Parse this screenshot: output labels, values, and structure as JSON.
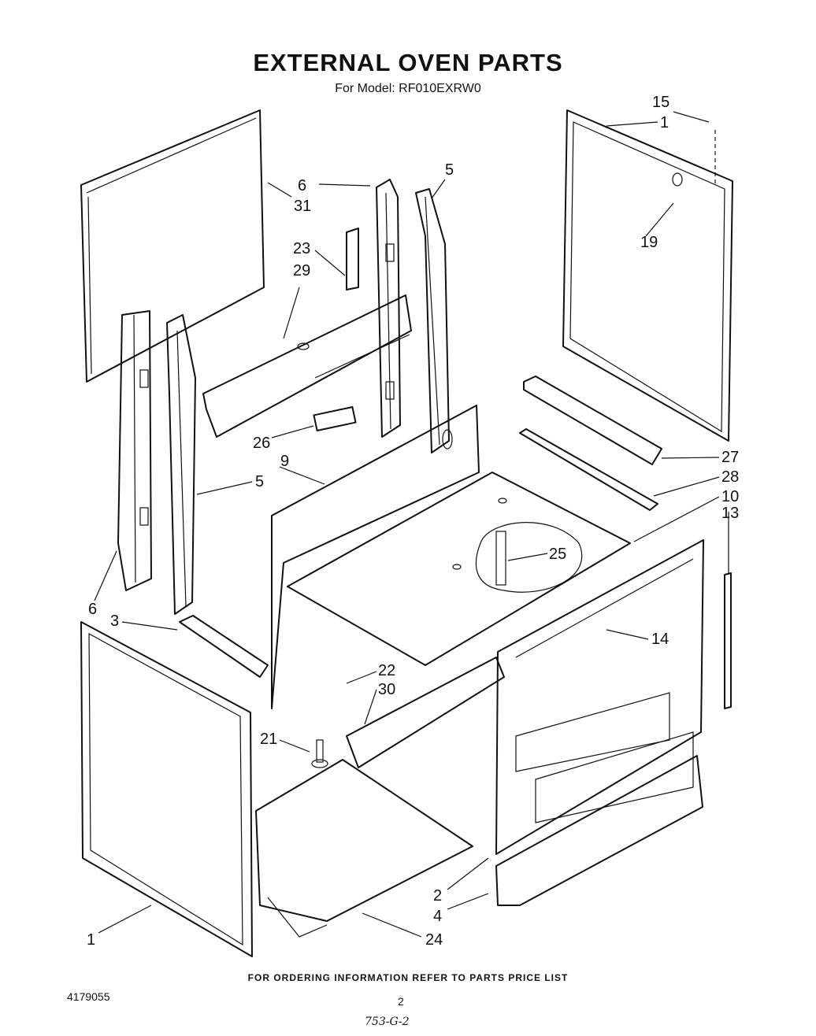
{
  "header": {
    "title": "EXTERNAL OVEN PARTS",
    "subtitle": "For Model: RF010EXRW0"
  },
  "callouts": [
    {
      "id": "c15",
      "text": "15"
    },
    {
      "id": "c1a",
      "text": "1"
    },
    {
      "id": "c5a",
      "text": "5"
    },
    {
      "id": "c6a",
      "text": "6"
    },
    {
      "id": "c31",
      "text": "31"
    },
    {
      "id": "c23",
      "text": "23"
    },
    {
      "id": "c29",
      "text": "29"
    },
    {
      "id": "c19",
      "text": "19"
    },
    {
      "id": "c26",
      "text": "26"
    },
    {
      "id": "c9",
      "text": "9"
    },
    {
      "id": "c5b",
      "text": "5"
    },
    {
      "id": "c27",
      "text": "27"
    },
    {
      "id": "c28",
      "text": "28"
    },
    {
      "id": "c10",
      "text": "10"
    },
    {
      "id": "c13",
      "text": "13"
    },
    {
      "id": "c25",
      "text": "25"
    },
    {
      "id": "c6b",
      "text": "6"
    },
    {
      "id": "c3",
      "text": "3"
    },
    {
      "id": "c14",
      "text": "14"
    },
    {
      "id": "c22",
      "text": "22"
    },
    {
      "id": "c30",
      "text": "30"
    },
    {
      "id": "c21",
      "text": "21"
    },
    {
      "id": "c2",
      "text": "2"
    },
    {
      "id": "c4",
      "text": "4"
    },
    {
      "id": "c1b",
      "text": "1"
    },
    {
      "id": "c24",
      "text": "24"
    }
  ],
  "footer": {
    "note": "FOR ORDERING INFORMATION REFER TO PARTS PRICE LIST",
    "doc_number": "4179055",
    "page": "2",
    "handwritten": "753-G-2"
  }
}
